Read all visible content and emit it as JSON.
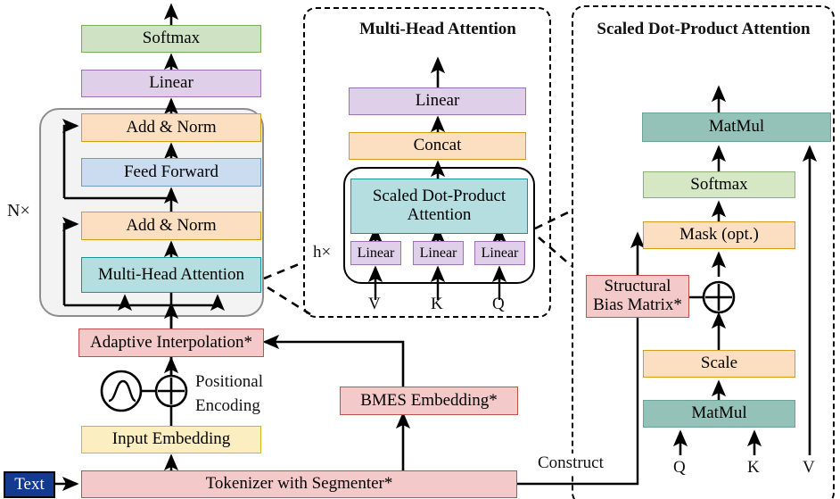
{
  "figure": {
    "kind": "neural-network-architecture-diagram",
    "panels": {
      "left": {
        "repeat_label": "N×",
        "blocks": [
          {
            "label": "Softmax",
            "color": "#cfe3c4"
          },
          {
            "label": "Linear",
            "color": "#dfcfe8"
          },
          {
            "label": "Add & Norm",
            "color": "#fbdfc0"
          },
          {
            "label": "Feed Forward",
            "color": "#cbdcf0"
          },
          {
            "label": "Add & Norm",
            "color": "#fbdfc0"
          },
          {
            "label": "Multi-Head Attention",
            "color": "#b4dee0"
          },
          {
            "label": "Adaptive Interpolation*",
            "color": "#f4c9c9"
          },
          {
            "label": "Input Embedding",
            "color": "#fbeec0"
          },
          {
            "label": "Tokenizer with Segmenter*",
            "color": "#f4c9c9"
          }
        ],
        "input_node": "Text",
        "positional_encoding_label_line1": "Positional",
        "positional_encoding_label_line2": "Encoding",
        "bmes_label": "BMES Embedding*"
      },
      "middle": {
        "title": "Multi-Head Attention",
        "repeat_label": "h×",
        "blocks": [
          {
            "label": "Linear",
            "color": "#dfcfe8"
          },
          {
            "label": "Concat",
            "color": "#fbdfc0"
          },
          {
            "label": "Scaled Dot-Product Attention",
            "color": "#b4dee0"
          }
        ],
        "projection_labels": [
          "Linear",
          "Linear",
          "Linear"
        ],
        "inputs": [
          "V",
          "K",
          "Q"
        ]
      },
      "right": {
        "title": "Scaled Dot-Product Attention",
        "blocks": [
          {
            "label": "MatMul",
            "color": "#95c2b8"
          },
          {
            "label": "Softmax",
            "color": "#d6e7c6"
          },
          {
            "label": "Mask (opt.)",
            "color": "#fbdfc0"
          },
          {
            "label": "Scale",
            "color": "#fbdfc0"
          },
          {
            "label": "MatMul",
            "color": "#95c2b8"
          }
        ],
        "bias_block": {
          "line1": "Structural",
          "line2": "Bias Matrix*",
          "color": "#f4c9c9"
        },
        "add_operator": "⊕",
        "inputs": [
          "Q",
          "K",
          "V"
        ]
      }
    },
    "edge_labels": {
      "construct": "Construct"
    },
    "colors": {
      "green": "#cfe3c4",
      "purple": "#dfcfe8",
      "orange": "#fbdfc0",
      "blue": "#cbdcf0",
      "teal": "#b4dee0",
      "pink": "#f4c9c9",
      "yellow": "#fbeec0",
      "seagreen": "#95c2b8",
      "lightgreen": "#d6e7c6",
      "navy": "#123a8f",
      "graypanel": "#f3f3f3"
    }
  }
}
